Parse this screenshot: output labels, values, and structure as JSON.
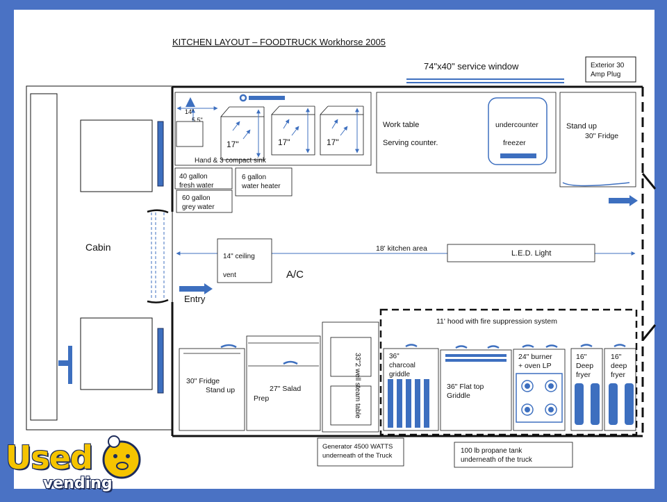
{
  "title": "KITCHEN LAYOUT – FOODTRUCK Workhorse 2005",
  "service_window": "74\"x40\" service window",
  "exterior_plug": [
    "Exterior 30",
    "Amp Plug"
  ],
  "cabin": "Cabin",
  "sink": {
    "dim_14": "14\"",
    "dim_55": "5.5\"",
    "basin": "17\"",
    "label": "Hand & 3 compact sink"
  },
  "work_table": [
    "Work table",
    "Serving counter."
  ],
  "freezer": [
    "undercounter",
    "freezer"
  ],
  "stand_up_fridge": [
    "Stand up",
    "30\" Fridge"
  ],
  "fresh_water": [
    "40 gallon",
    "fresh water"
  ],
  "water_heater": [
    "6 gallon",
    "water heater"
  ],
  "grey_water": [
    "60 gallon",
    "grey water"
  ],
  "vent": [
    "14\" ceiling",
    "vent"
  ],
  "ac": "A/C",
  "kitchen_area": "18' kitchen area",
  "led": "L.E.D. Light",
  "entry": "Entry",
  "hood": "11' hood with fire suppression system",
  "fridge_bottom": [
    "30\" Fridge",
    "Stand up"
  ],
  "salad": [
    "27\" Salad",
    "Prep"
  ],
  "steam_table": "33\"2 well steam table",
  "charcoal": [
    "36\"",
    "charcoal",
    "griddle"
  ],
  "flat_top": [
    "36\" Flat top",
    "Griddle"
  ],
  "burner": [
    "24\" burner",
    "+ oven LP"
  ],
  "fryer1": [
    "16\"",
    "Deep",
    "fryer"
  ],
  "fryer2": [
    "16\"",
    "deep",
    "fryer"
  ],
  "generator": [
    "Generator 4500 WATTS",
    "underneath of the Truck"
  ],
  "propane": [
    "100 lb propane  tank",
    "underneath of the truck"
  ],
  "logo": {
    "main": "Used",
    "sub": "vending"
  },
  "colors": {
    "frame": "#4a72c4",
    "accent": "#3d6fbf",
    "line": "#111111",
    "logo_yellow": "#f5c400"
  }
}
